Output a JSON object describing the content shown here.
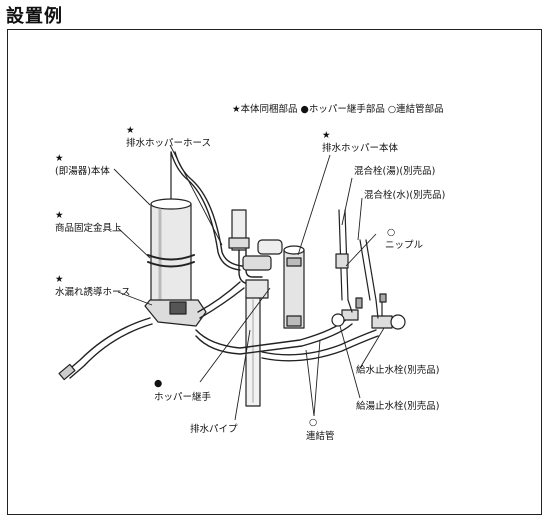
{
  "title": "設置例",
  "legend": "★本体同梱部品 ●ホッパー継手部品 ○連結管部品",
  "labels": {
    "hose_star": "★",
    "hose": "排水ホッパーホース",
    "heater_star": "★",
    "heater": "(即湯器)本体",
    "bracket_star": "★",
    "bracket": "商品固定金具上",
    "leak_star": "★",
    "leak": "水漏れ誘導ホース",
    "hopper_star": "★",
    "hopper": "排水ホッパー本体",
    "mix_hot": "混合栓(湯)(別売品)",
    "mix_cold": "混合栓(水)(別売品)",
    "nipple_mark": "○",
    "nipple": "ニップル",
    "joint_mark": "●",
    "joint": "ホッパー継手",
    "drain": "排水パイプ",
    "supply_valve": "給水止水栓(別売品)",
    "hot_valve": "給湯止水栓(別売品)",
    "conn_mark": "○",
    "conn": "連結管"
  }
}
